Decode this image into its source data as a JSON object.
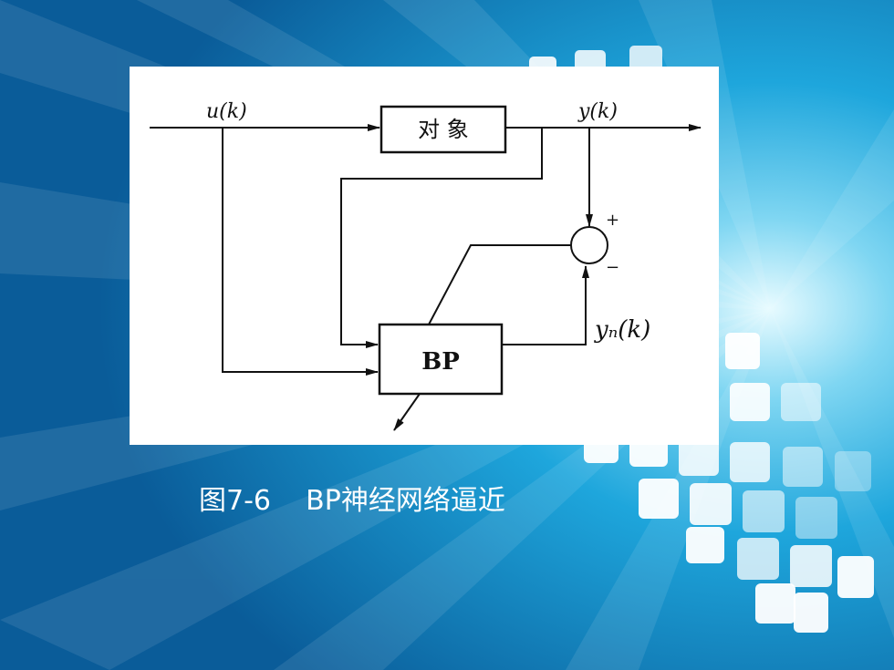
{
  "diagram": {
    "input_label": "u(k)",
    "output_label": "y(k)",
    "plant_label": "对 象",
    "network_label": "BP",
    "model_output_label": "yₙ(k)",
    "plus_sign": "+",
    "minus_sign": "−"
  },
  "caption": "图7-6    BP神经网络逼近"
}
